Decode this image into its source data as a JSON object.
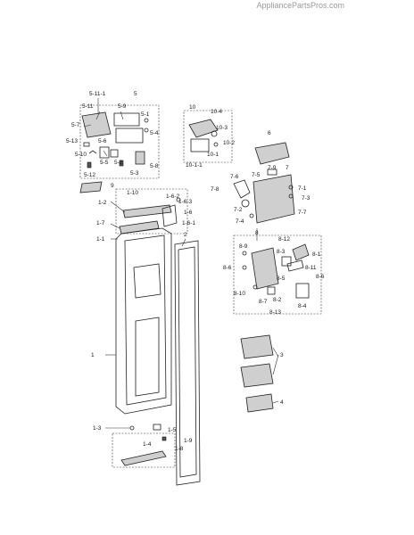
{
  "watermark": "AppliancePartsPros.com",
  "labels": {
    "p5_11_1": "5-11-1",
    "p5": "5",
    "p5_11": "5-11",
    "p5_9": "5-9",
    "p5_1": "5-1",
    "p5_7": "5-7",
    "p5_4": "5-4",
    "p5_6": "5-6",
    "p5_13": "5-13",
    "p5_10": "5-10",
    "p5_5": "5-5",
    "p5_2": "5-2",
    "p5_8": "5-8",
    "p5_3": "5-3",
    "p5_12": "5-12",
    "p9": "9",
    "p10": "10",
    "p10_4": "10-4",
    "p10_3": "10-3",
    "p10_2": "10-2",
    "p10_1": "10-1",
    "p10_1_1": "10-1-1",
    "p6": "6",
    "p7_9": "7-9",
    "p7": "7",
    "p7_6": "7-6",
    "p7_5": "7-5",
    "p7_8": "7-8",
    "p7_1": "7-1",
    "p7_3": "7-3",
    "p7_2": "7-2",
    "p7_7": "7-7",
    "p7_4": "7-4",
    "p1_10": "1-10",
    "p1_6_2": "1-6-2",
    "p1_2": "1-2",
    "p1_6_3": "1-6-3",
    "p1_6": "1-6",
    "p1_7": "1-7",
    "p1_6_1": "1-6-1",
    "p1_1": "1-1",
    "p2": "2",
    "p1": "1",
    "p1_3": "1-3",
    "p1_5": "1-5",
    "p1_9": "1-9",
    "p1_4": "1-4",
    "p1_8": "1-8",
    "p8": "8",
    "p8_9": "8-9",
    "p8_12": "8-12",
    "p8_1": "8-1",
    "p8_6": "8-6",
    "p8_3": "8-3",
    "p8_11": "8-11",
    "p8_5": "8-5",
    "p8_10": "8-10",
    "p8_7": "8-7",
    "p8_2": "8-2",
    "p8_13": "8-13",
    "p8_4": "8-4",
    "p3": "3",
    "p4": "4"
  }
}
